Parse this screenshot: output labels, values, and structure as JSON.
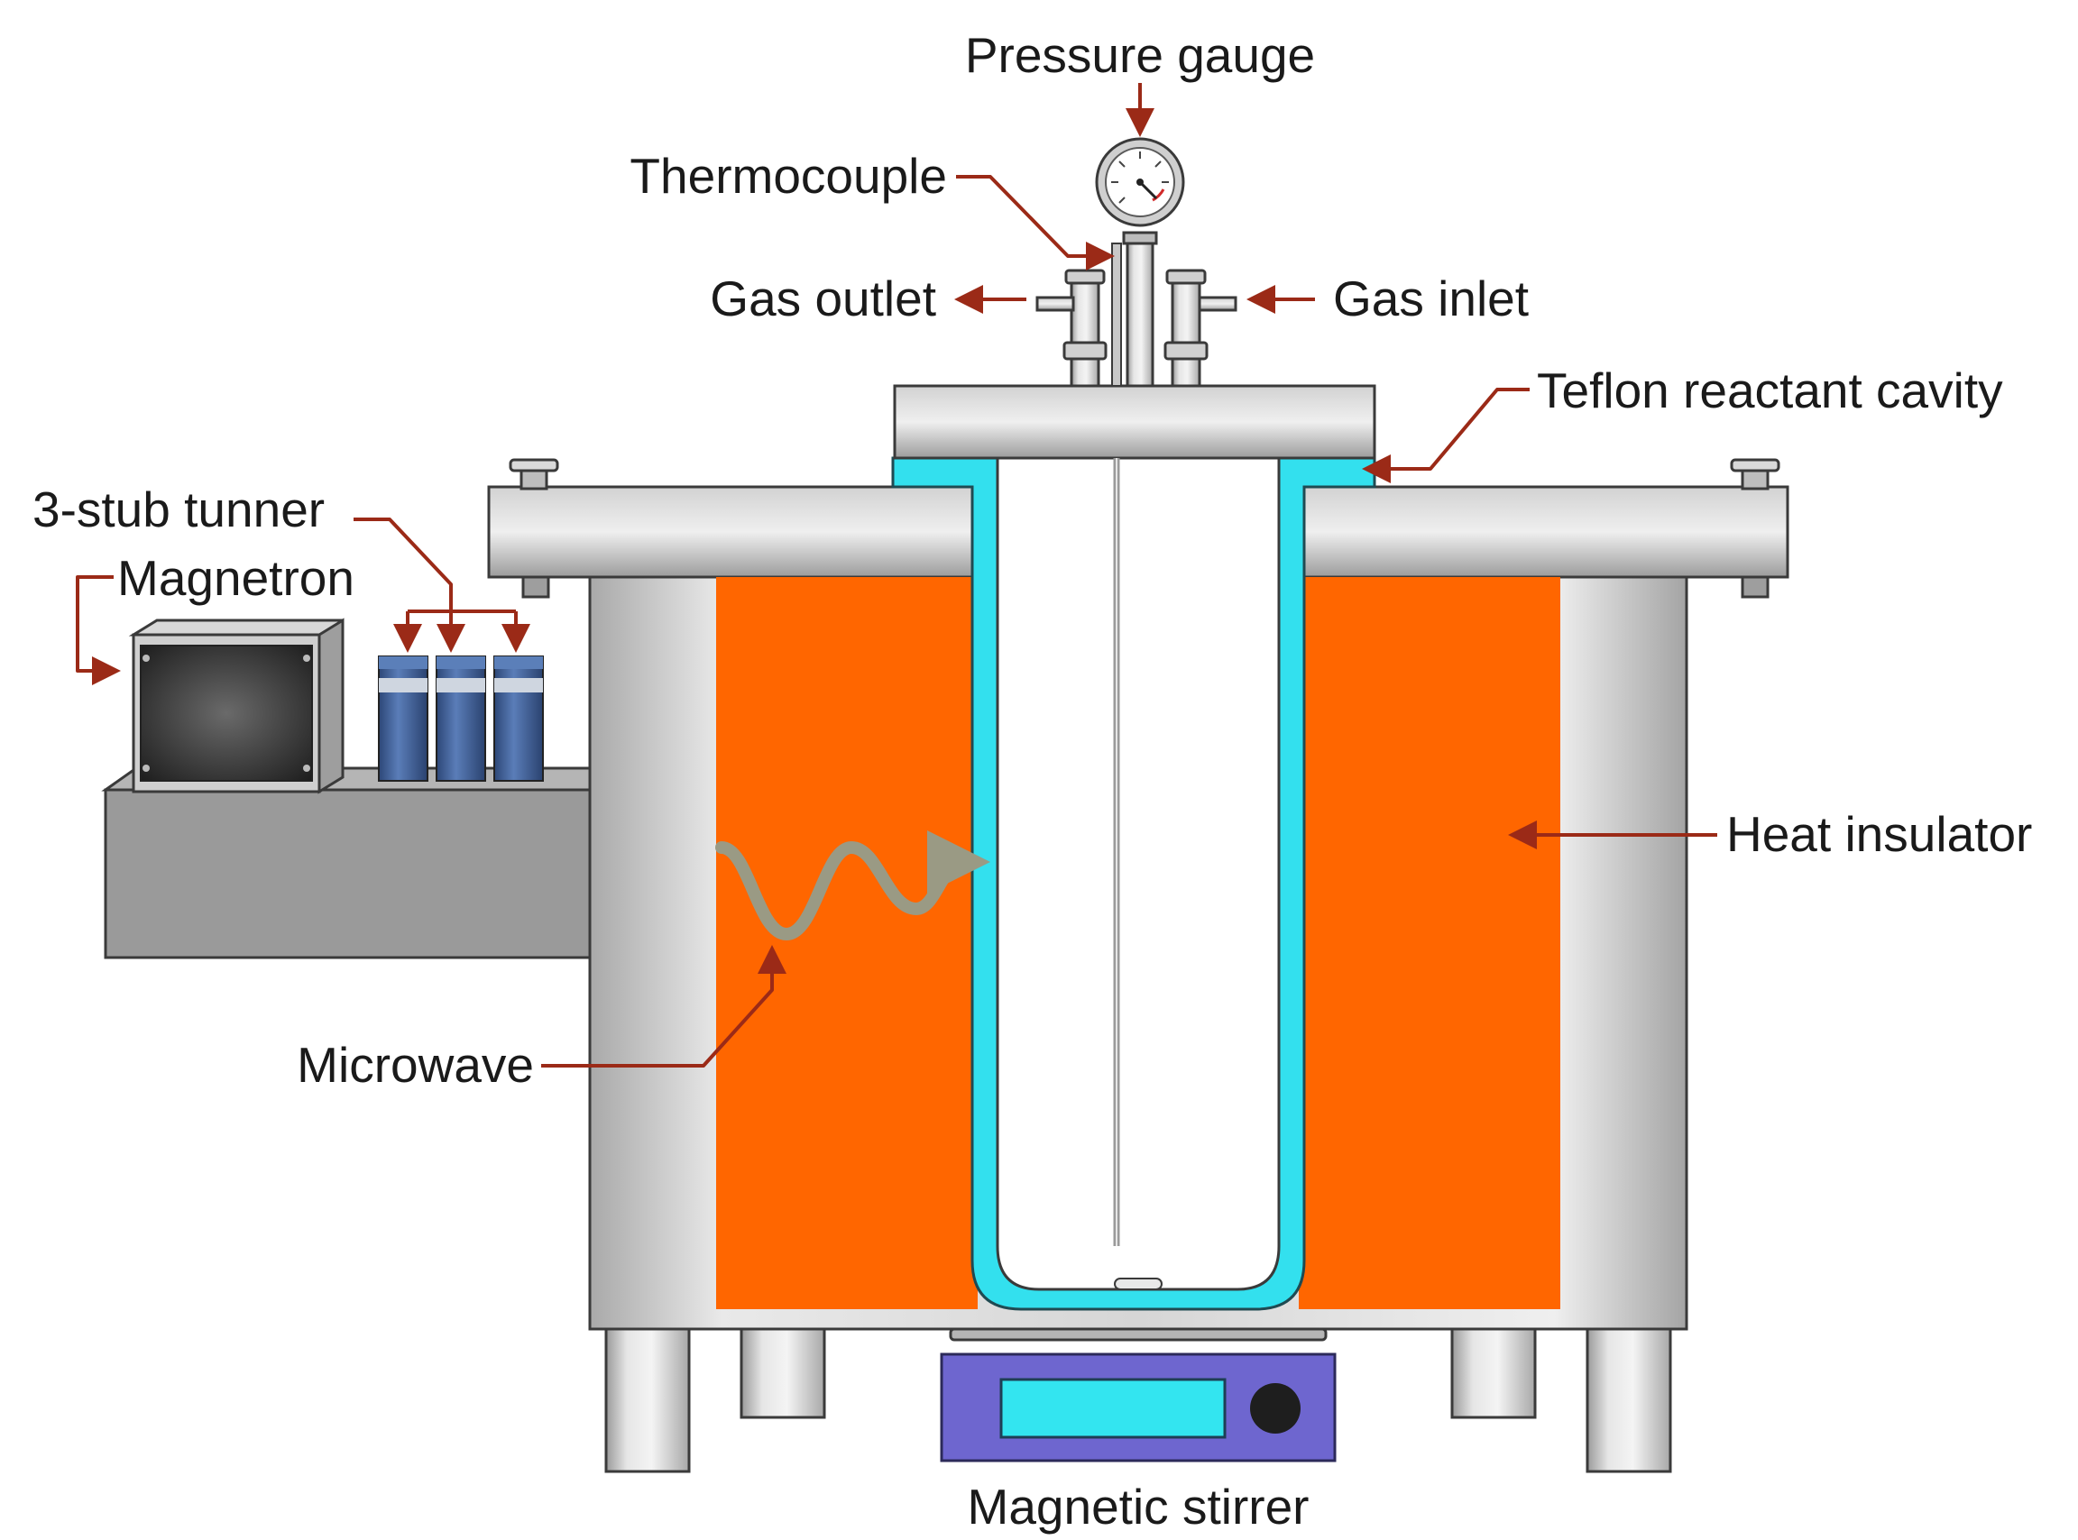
{
  "labels": {
    "pressure_gauge": "Pressure gauge",
    "thermocouple": "Thermocouple",
    "gas_outlet": "Gas outlet",
    "gas_inlet": "Gas inlet",
    "teflon_cavity": "Teflon reactant cavity",
    "stub_tuner": "3-stub tunner",
    "magnetron": "Magnetron",
    "heat_insulator": "Heat insulator",
    "microwave": "Microwave",
    "magnetic_stirrer": "Magnetic stirrer"
  },
  "colors": {
    "background": "#ffffff",
    "steel": "#c9c9c9",
    "insulator": "#ff6600",
    "teflon": "#33e0ee",
    "leader": "#9b2a17",
    "tuner": "#3e5f9a",
    "stirrer_body": "#6e66cf",
    "stirrer_display": "#33e5f0",
    "microwave_wave": "#9a9a84"
  }
}
